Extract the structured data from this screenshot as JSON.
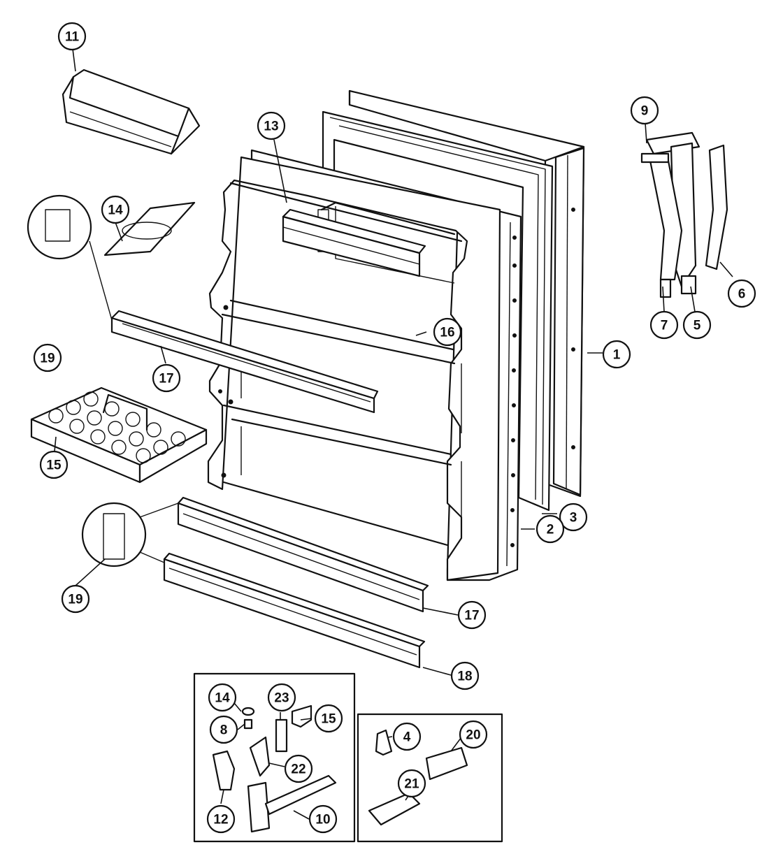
{
  "callouts": {
    "c1": "1",
    "c2": "2",
    "c3": "3",
    "c4": "4",
    "c5": "5",
    "c6": "6",
    "c7": "7",
    "c8": "8",
    "c9": "9",
    "c10": "10",
    "c11": "11",
    "c12": "12",
    "c13": "13",
    "c14_top": "14",
    "c14_box": "14",
    "c15_left": "15",
    "c15_box": "15",
    "c16": "16",
    "c17_upper": "17",
    "c17_lower": "17",
    "c18": "18",
    "c19_upper": "19",
    "c19_lower": "19",
    "c20": "20",
    "c21": "21",
    "c22": "22",
    "c23": "23"
  }
}
